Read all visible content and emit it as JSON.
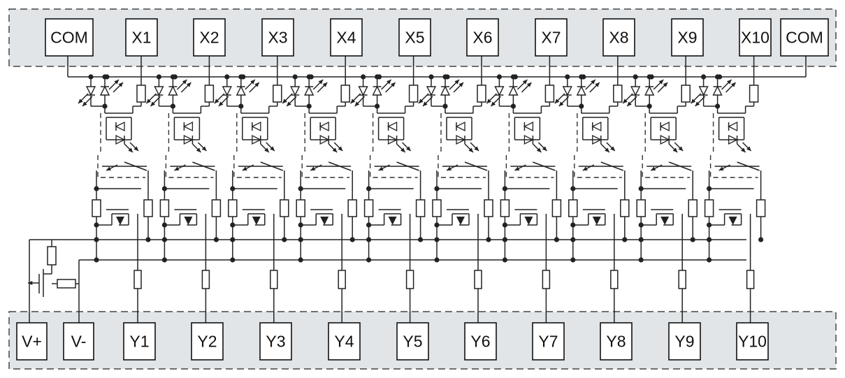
{
  "diagram": {
    "top_terminals": [
      "COM",
      "X1",
      "X2",
      "X3",
      "X4",
      "X5",
      "X6",
      "X7",
      "X8",
      "X9",
      "X10",
      "COM"
    ],
    "bottom_power": [
      "V+",
      "V-"
    ],
    "bottom_outputs": [
      "Y1",
      "Y2",
      "Y3",
      "Y4",
      "Y5",
      "Y6",
      "Y7",
      "Y8",
      "Y9",
      "Y10"
    ],
    "channel_count": 10
  },
  "colors": {
    "band_fill": "#e2e5e8",
    "line": "#222222",
    "box_fill": "#ffffff"
  }
}
